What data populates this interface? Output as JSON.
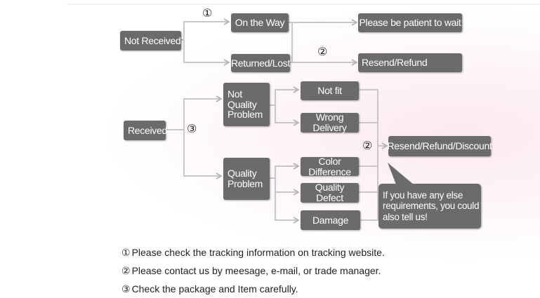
{
  "colors": {
    "box": "#6b6b6b",
    "line": "#c8c8c8",
    "arrow": "#b0b0b0"
  },
  "boxes": {
    "not_received": "Not Received",
    "on_the_way": "On the Way",
    "returned_lost": "Returned/Lost",
    "please_wait": "Please be patient to wait",
    "resend_refund": "Resend/Refund",
    "received": "Received",
    "not_quality_problem": "Not\nQuality\nProblem",
    "quality_problem": "Quality\nProblem",
    "not_fit": "Not fit",
    "wrong_delivery": "Wrong Delivery",
    "color_difference": "Color Difference",
    "quality_defect": "Quality Defect",
    "damage": "Damage",
    "resend_refund_discount": "Resend/Refund/Discount",
    "callout": "If you have any else\nrequirements, you could\nalso tell us!"
  },
  "markers": {
    "one": "①",
    "two": "②",
    "three": "③"
  },
  "notes": [
    {
      "marker": "①",
      "text": "Please check the tracking information on tracking website."
    },
    {
      "marker": "②",
      "text": "Please contact us by meesage, e-mail, or trade manager."
    },
    {
      "marker": "③",
      "text": "Check the package and Item carefully."
    }
  ]
}
